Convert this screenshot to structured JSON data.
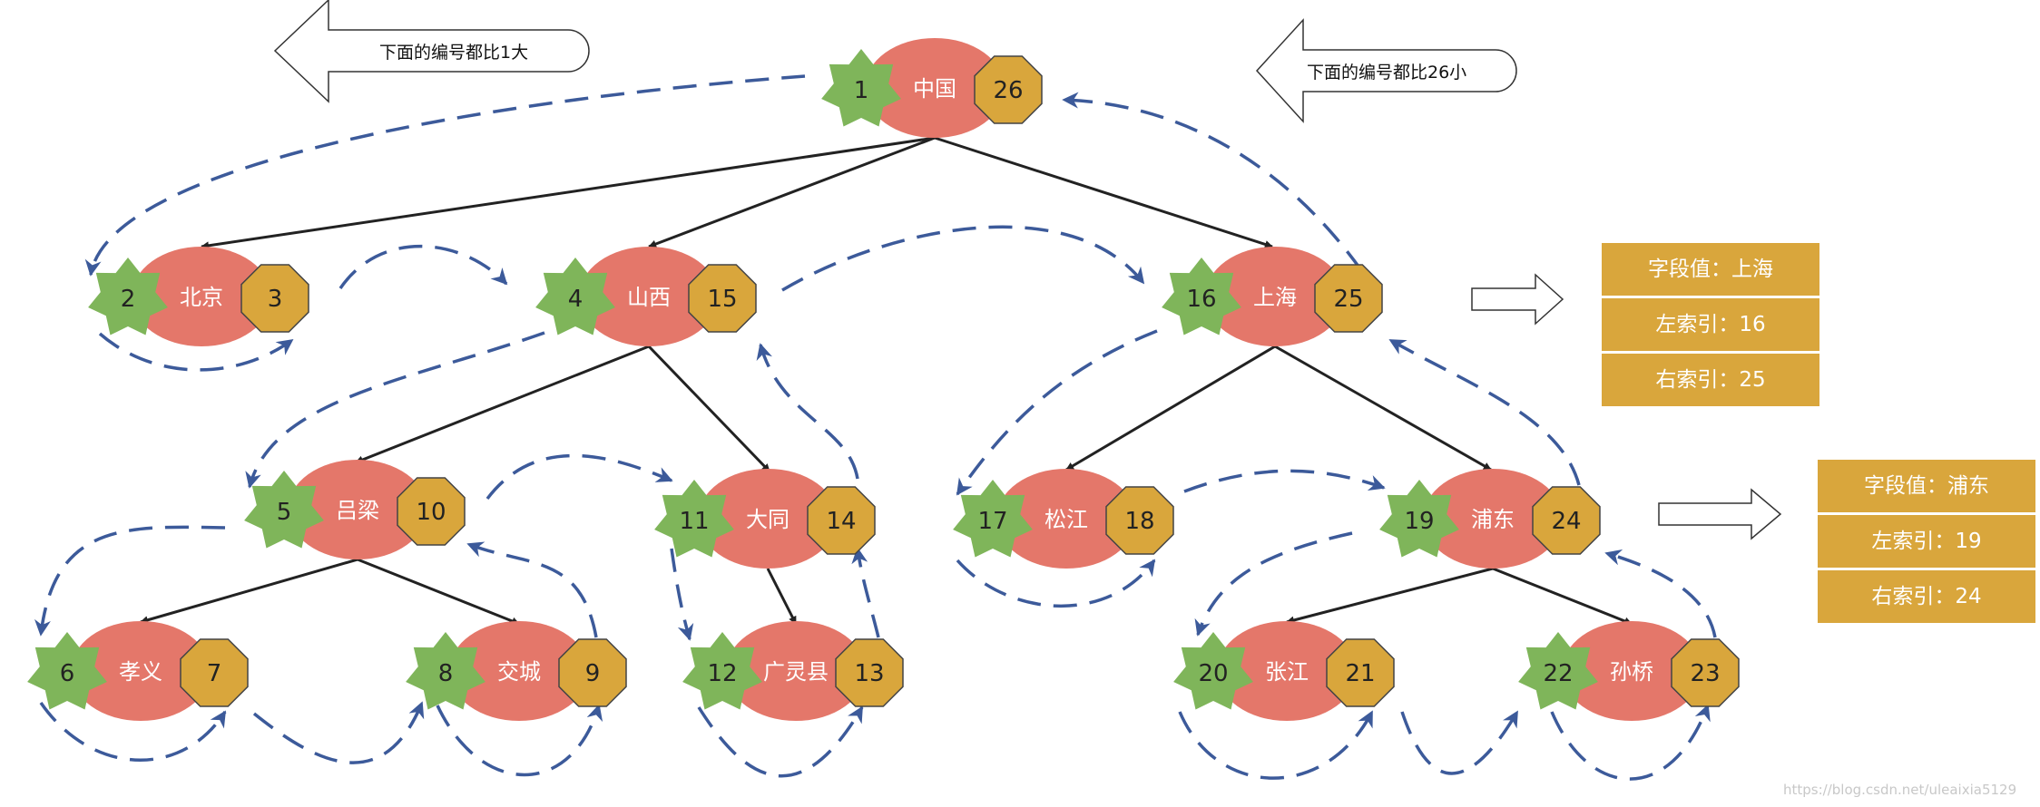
{
  "header": {
    "left_label": "下面的编号都比1大",
    "right_label": "下面的编号都比26小"
  },
  "nodes": {
    "china": {
      "label": "中国",
      "left_num": "1",
      "right_num": "26"
    },
    "beijing": {
      "label": "北京",
      "left_num": "2",
      "right_num": "3"
    },
    "shanxi": {
      "label": "山西",
      "left_num": "4",
      "right_num": "15"
    },
    "shanghai": {
      "label": "上海",
      "left_num": "16",
      "right_num": "25"
    },
    "lvliang": {
      "label": "吕梁",
      "left_num": "5",
      "right_num": "10"
    },
    "datong": {
      "label": "大同",
      "left_num": "11",
      "right_num": "14"
    },
    "songjiang": {
      "label": "松江",
      "left_num": "17",
      "right_num": "18"
    },
    "pudong": {
      "label": "浦东",
      "left_num": "19",
      "right_num": "24"
    },
    "xiaoyi": {
      "label": "孝义",
      "left_num": "6",
      "right_num": "7"
    },
    "jiaocheng": {
      "label": "交城",
      "left_num": "8",
      "right_num": "9"
    },
    "guangling": {
      "label": "广灵县",
      "left_num": "12",
      "right_num": "13"
    },
    "zhangjiang": {
      "label": "张江",
      "left_num": "20",
      "right_num": "21"
    },
    "sunqiao": {
      "label": "孙桥",
      "left_num": "22",
      "right_num": "23"
    }
  },
  "info_shanghai": {
    "field": "字段值：上海",
    "left": "左索引：16",
    "right": "右索引：25"
  },
  "info_pudong": {
    "field": "字段值：浦东",
    "left": "左索引：19",
    "right": "右索引：24"
  },
  "watermark": "https://blog.csdn.net/uleaixia5129",
  "colors": {
    "node_fill": "#e4776a",
    "star_fill": "#7fb55a",
    "octagon_fill": "#d9a63c",
    "dash_stroke": "#3c5a9a",
    "edge_stroke": "#222222",
    "info_fill": "#d9a63c"
  }
}
